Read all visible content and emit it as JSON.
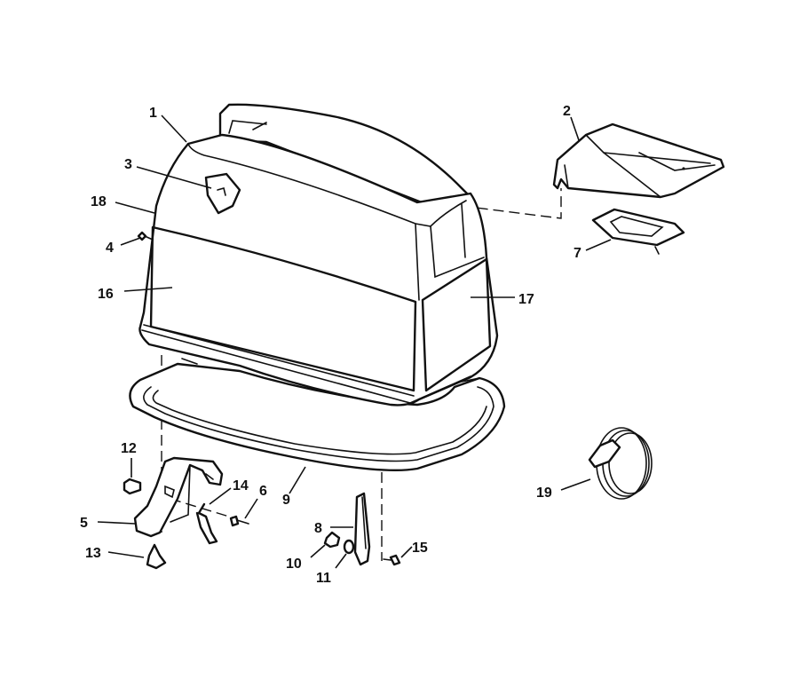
{
  "callouts": {
    "c1": "1",
    "c2": "2",
    "c3": "3",
    "c4": "4",
    "c5": "5",
    "c6": "6",
    "c7": "7",
    "c8": "8",
    "c9": "9",
    "c10": "10",
    "c11": "11",
    "c12": "12",
    "c13": "13",
    "c14": "14",
    "c15": "15",
    "c16": "16",
    "c17": "17",
    "c18": "18",
    "c19": "19"
  },
  "colors": {
    "ink": "#111111",
    "paper": "#ffffff"
  }
}
